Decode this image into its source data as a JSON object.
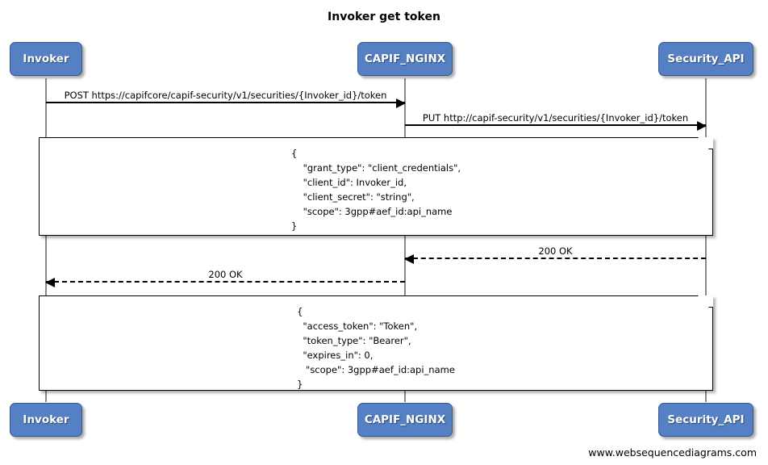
{
  "diagram": {
    "title": "Invoker get token",
    "footer": "www.websequencediagrams.com",
    "colors": {
      "participant_fill": "#5580c3",
      "participant_border": "#36588f",
      "participant_text": "#ffffff",
      "lifeline": "#8a8a8a",
      "line": "#000000",
      "note_fill": "#ffffff",
      "background": "#ffffff"
    }
  },
  "participants": [
    {
      "id": "invoker",
      "label": "Invoker"
    },
    {
      "id": "capif_nginx",
      "label": "CAPIF_NGINX"
    },
    {
      "id": "security_api",
      "label": "Security_API"
    }
  ],
  "participants_bottom": [
    {
      "id": "invoker",
      "label": "Invoker"
    },
    {
      "id": "capif_nginx",
      "label": "CAPIF_NGINX"
    },
    {
      "id": "security_api",
      "label": "Security_API"
    }
  ],
  "messages": [
    {
      "id": "msg-1",
      "label": "POST https://capifcore/capif-security/v1/securities/{Invoker_id}/token",
      "from": "invoker",
      "to": "capif_nginx",
      "style": "solid",
      "direction": "right"
    },
    {
      "id": "msg-2",
      "label": "PUT http://capif-security/v1/securities/{Invoker_id}/token",
      "from": "capif_nginx",
      "to": "security_api",
      "style": "solid",
      "direction": "right"
    },
    {
      "id": "msg-3",
      "label": "200 OK",
      "from": "security_api",
      "to": "capif_nginx",
      "style": "dashed",
      "direction": "left"
    },
    {
      "id": "msg-4",
      "label": "200 OK",
      "from": "capif_nginx",
      "to": "invoker",
      "style": "dashed",
      "direction": "left"
    }
  ],
  "notes": [
    {
      "id": "note-request",
      "lines": [
        "{",
        "    \"grant_type\": \"client_credentials\",",
        "    \"client_id\": Invoker_id,",
        "    \"client_secret\": \"string\",",
        "    \"scope\": 3gpp#aef_id:api_name",
        "}"
      ]
    },
    {
      "id": "note-response",
      "lines": [
        "{",
        "  \"access_token\": \"Token\",",
        "  \"token_type\": \"Bearer\",",
        "  \"expires_in\": 0,",
        "   \"scope\": 3gpp#aef_id:api_name",
        "}"
      ]
    }
  ]
}
